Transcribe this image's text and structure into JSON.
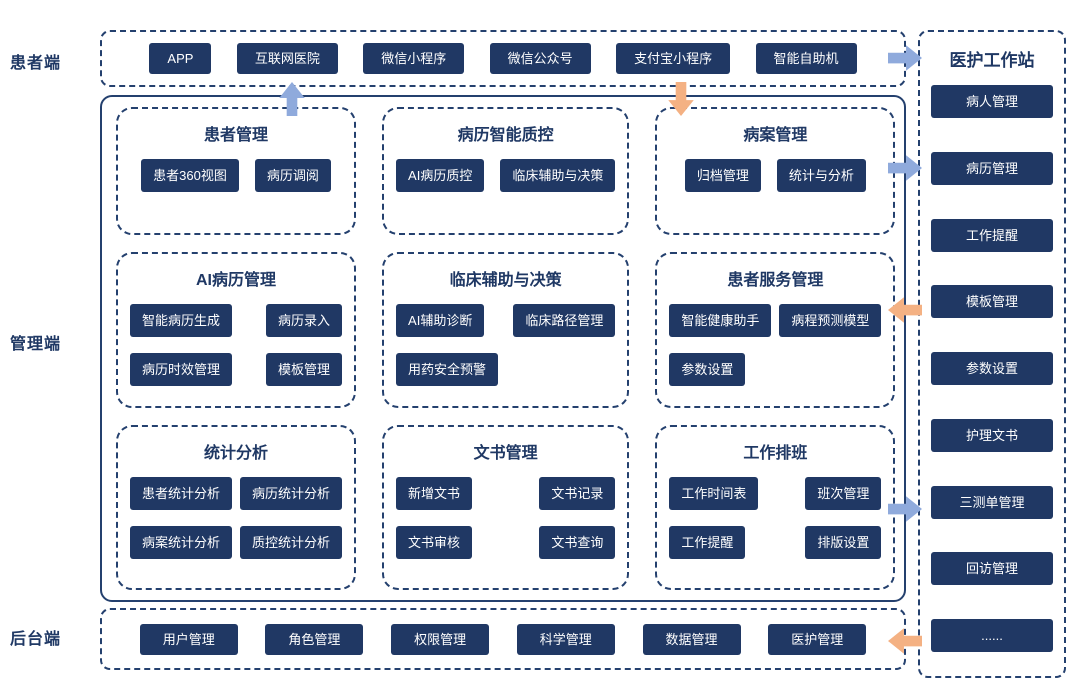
{
  "colors": {
    "navy": "#1F3864",
    "button_fill": "#203864",
    "blue_arrow": "#8FAADC",
    "orange_arrow": "#F4B183"
  },
  "side_labels": {
    "patient": "患者端",
    "management": "管理端",
    "backend": "后台端"
  },
  "patient_channels": {
    "items": [
      "APP",
      "互联网医院",
      "微信小程序",
      "微信公众号",
      "支付宝小程序",
      "智能自助机"
    ]
  },
  "workstation": {
    "title": "医护工作站",
    "items": [
      "病人管理",
      "病历管理",
      "工作提醒",
      "模板管理",
      "参数设置",
      "护理文书",
      "三测单管理",
      "回访管理",
      "......"
    ]
  },
  "groups": [
    {
      "title": "患者管理",
      "buttons": [
        "患者360视图",
        "病历调阅"
      ]
    },
    {
      "title": "病历智能质控",
      "buttons": [
        "AI病历质控",
        "临床辅助与决策"
      ]
    },
    {
      "title": "病案管理",
      "buttons": [
        "归档管理",
        "统计与分析"
      ]
    },
    {
      "title": "AI病历管理",
      "buttons": [
        "智能病历生成",
        "病历录入",
        "病历时效管理",
        "模板管理"
      ]
    },
    {
      "title": "临床辅助与决策",
      "buttons": [
        "AI辅助诊断",
        "临床路径管理",
        "用药安全预警"
      ]
    },
    {
      "title": "患者服务管理",
      "buttons": [
        "智能健康助手",
        "病程预测模型",
        "参数设置"
      ]
    },
    {
      "title": "统计分析",
      "buttons": [
        "患者统计分析",
        "病历统计分析",
        "病案统计分析",
        "质控统计分析"
      ]
    },
    {
      "title": "文书管理",
      "buttons": [
        "新增文书",
        "文书记录",
        "文书审核",
        "文书查询"
      ]
    },
    {
      "title": "工作排班",
      "buttons": [
        "工作时间表",
        "班次管理",
        "工作提醒",
        "排版设置"
      ]
    }
  ],
  "backend": {
    "items": [
      "用户管理",
      "角色管理",
      "权限管理",
      "科学管理",
      "数据管理",
      "医护管理"
    ]
  }
}
